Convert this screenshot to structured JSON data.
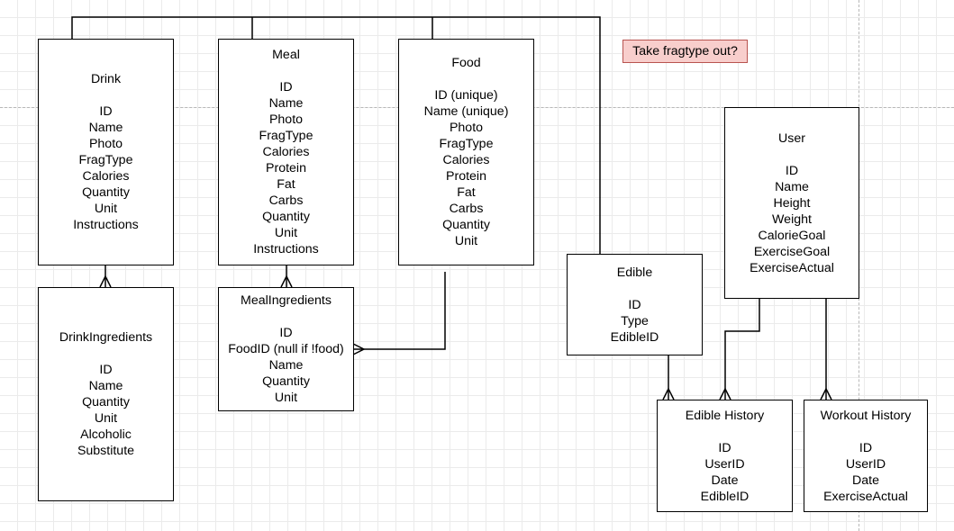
{
  "entities": {
    "drink": {
      "title": "Drink",
      "fields": [
        "ID",
        "Name",
        "Photo",
        "FragType",
        "Calories",
        "Quantity",
        "Unit",
        "Instructions"
      ]
    },
    "meal": {
      "title": "Meal",
      "fields": [
        "ID",
        "Name",
        "Photo",
        "FragType",
        "Calories",
        "Protein",
        "Fat",
        "Carbs",
        "Quantity",
        "Unit",
        "Instructions"
      ]
    },
    "food": {
      "title": "Food",
      "fields": [
        "ID (unique)",
        "Name (unique)",
        "Photo",
        "FragType",
        "Calories",
        "Protein",
        "Fat",
        "Carbs",
        "Quantity",
        "Unit"
      ]
    },
    "user": {
      "title": "User",
      "fields": [
        "ID",
        "Name",
        "Height",
        "Weight",
        "CalorieGoal",
        "ExerciseGoal",
        "ExerciseActual"
      ]
    },
    "edible": {
      "title": "Edible",
      "fields": [
        "ID",
        "Type",
        "EdibleID"
      ]
    },
    "drink_ingredients": {
      "title": "DrinkIngredients",
      "fields": [
        "ID",
        "Name",
        "Quantity",
        "Unit",
        "Alcoholic",
        "Substitute"
      ]
    },
    "meal_ingredients": {
      "title": "MealIngredients",
      "fields": [
        "ID",
        "FoodID (null if !food)",
        "Name",
        "Quantity",
        "Unit"
      ]
    },
    "edible_history": {
      "title": "Edible History",
      "fields": [
        "ID",
        "UserID",
        "Date",
        "EdibleID"
      ]
    },
    "workout_history": {
      "title": "Workout History",
      "fields": [
        "ID",
        "UserID",
        "Date",
        "ExerciseActual"
      ]
    }
  },
  "note": {
    "text": "Take fragtype out?"
  }
}
